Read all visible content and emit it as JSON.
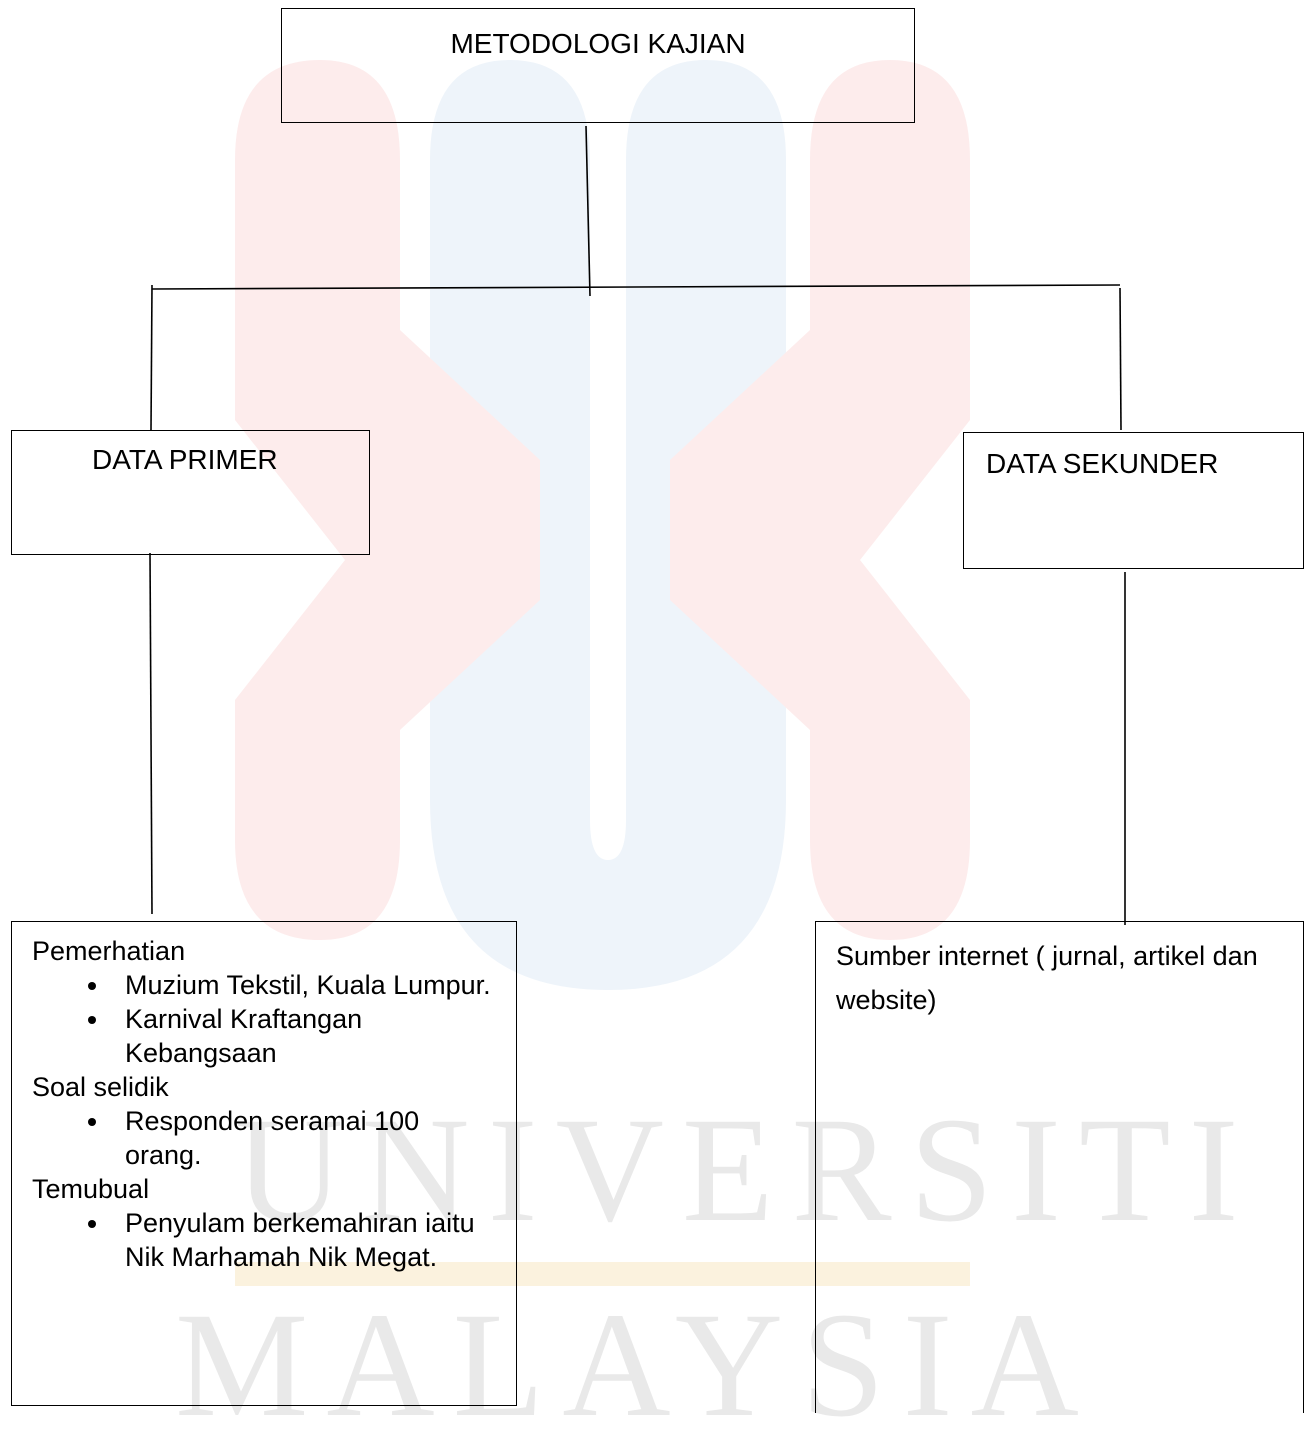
{
  "root": {
    "title": "METODOLOGI KAJIAN"
  },
  "primer": {
    "title": "DATA PRIMER",
    "groups": [
      {
        "label": "Pemerhatian",
        "items": [
          "Muzium Tekstil, Kuala Lumpur.",
          "Karnival Kraftangan Kebangsaan"
        ]
      },
      {
        "label": "Soal selidik",
        "items": [
          "Responden seramai 100 orang."
        ]
      },
      {
        "label": "Temubual",
        "items": [
          "Penyulam berkemahiran iaitu Nik Marhamah Nik Megat."
        ]
      }
    ]
  },
  "sekunder": {
    "title": "DATA SEKUNDER",
    "detail": "Sumber internet ( jurnal, artikel dan website)"
  },
  "watermark": {
    "line1": "UNIVERSITI",
    "line2": "MALAYSIA"
  }
}
